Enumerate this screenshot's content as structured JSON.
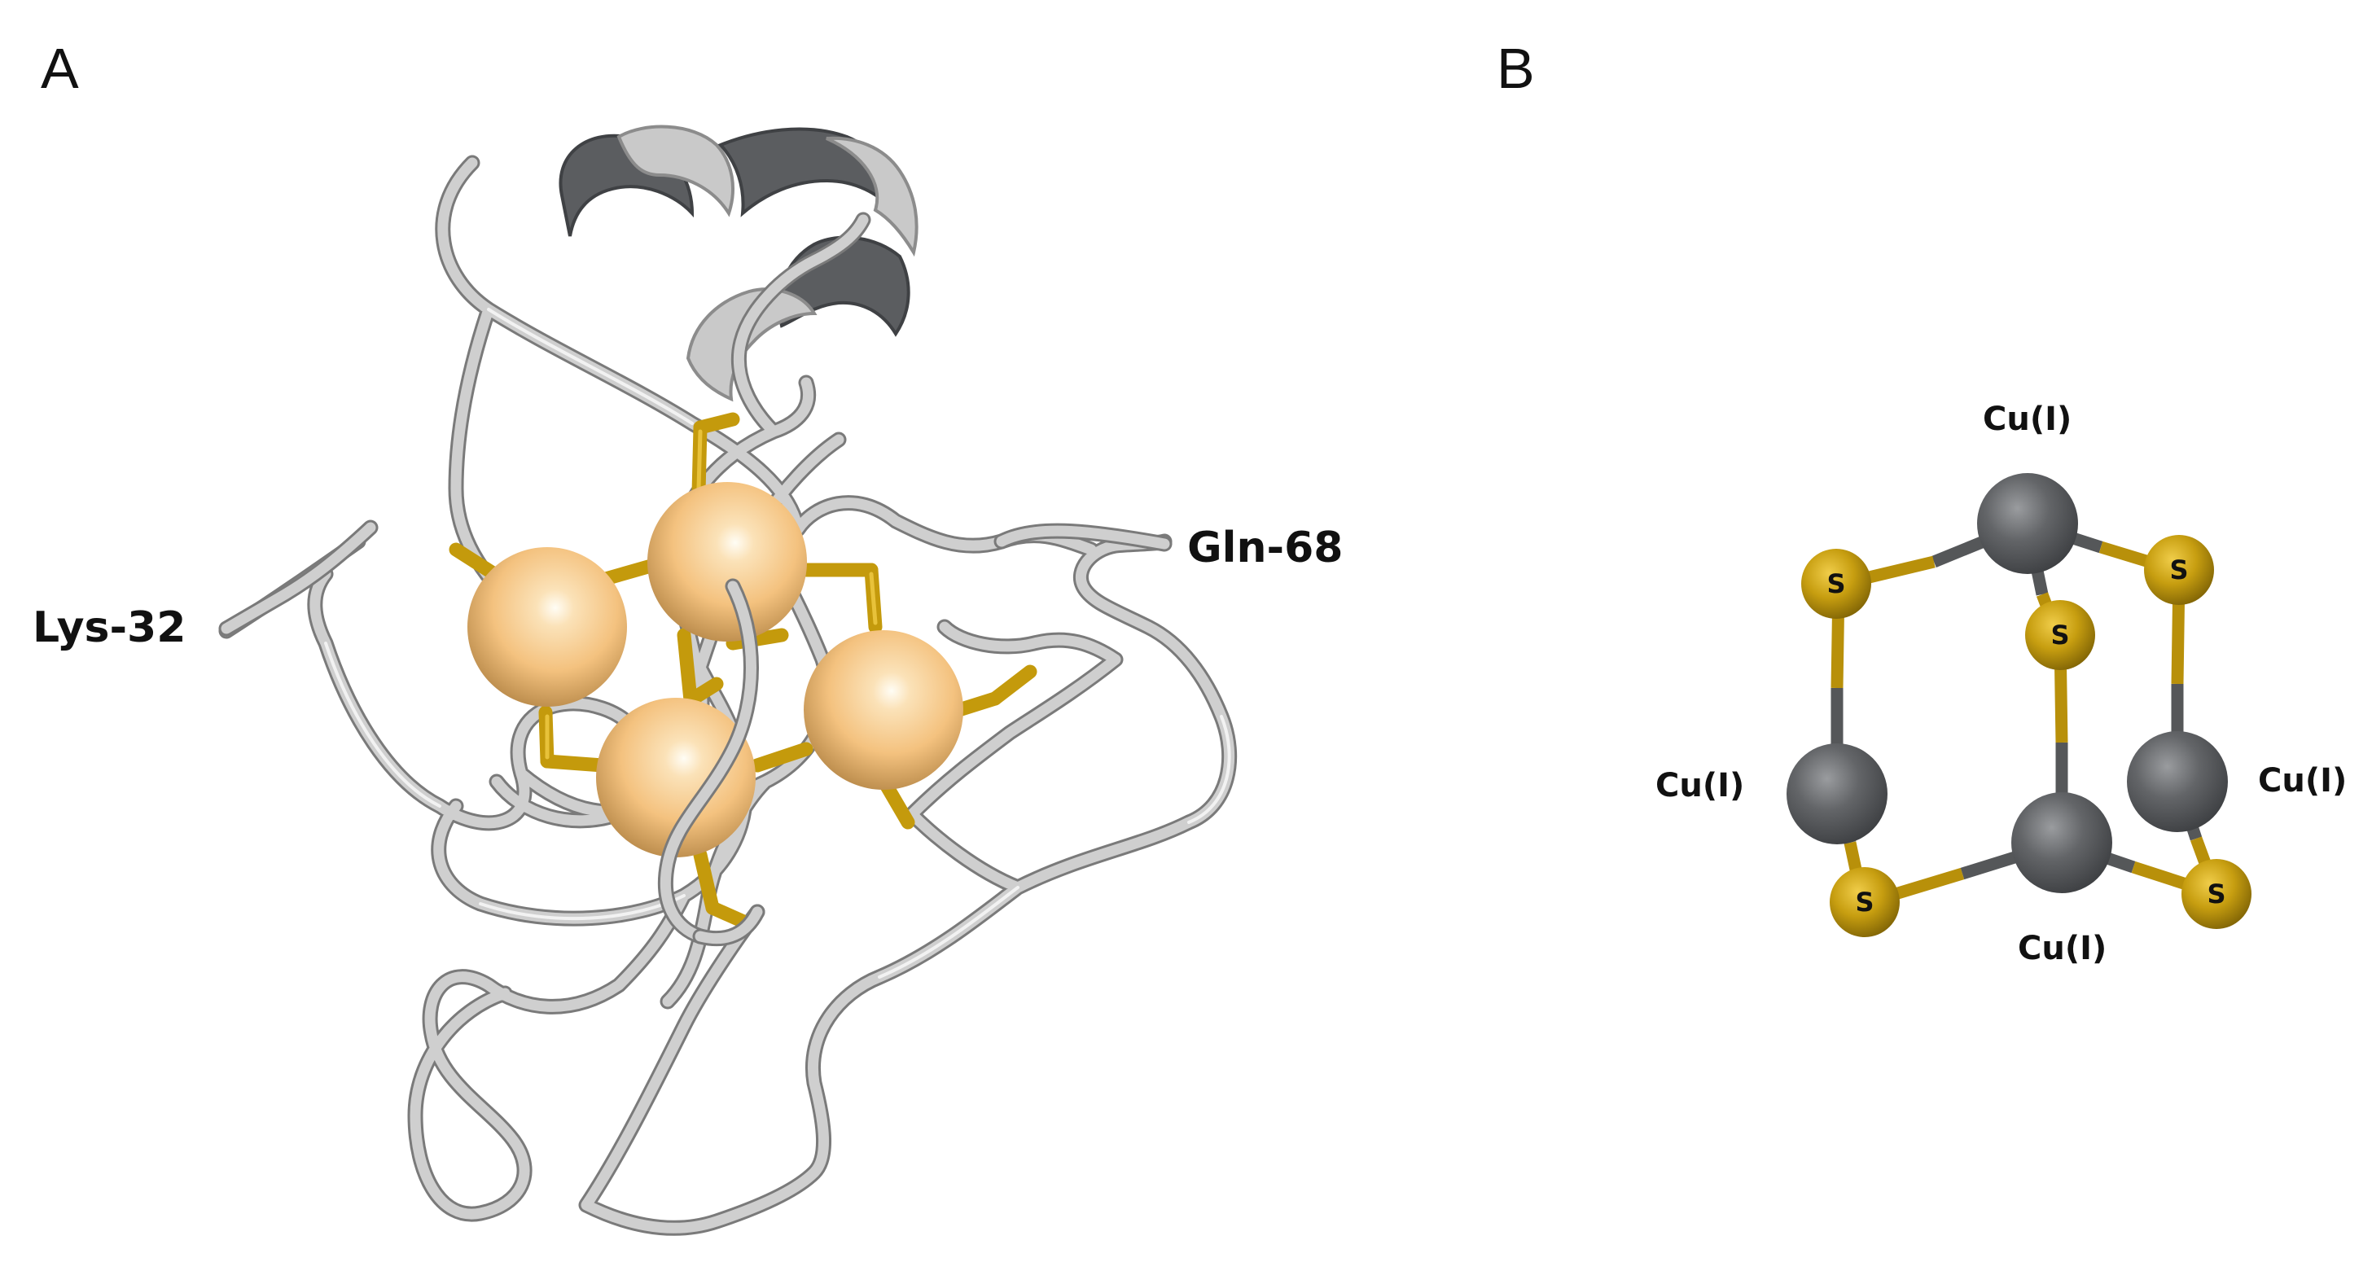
{
  "figure": {
    "panel_a": {
      "letter": "A",
      "n_terminus_label": "Lys-32",
      "c_terminus_label": "Gln-68"
    },
    "panel_b": {
      "letter": "B",
      "cu_labels": [
        "Cu(I)",
        "Cu(I)",
        "Cu(I)",
        "Cu(I)"
      ],
      "s_labels": [
        "S",
        "S",
        "S",
        "S",
        "S",
        "S"
      ]
    }
  },
  "colors": {
    "copper_sphere": "#f7c98a",
    "sulfur_bond": "#c49a0c",
    "backbone": "#cfcfcf",
    "helix": "#5b5d60",
    "cu_atom": "#5d5f62",
    "s_atom": "#c49a0c"
  }
}
